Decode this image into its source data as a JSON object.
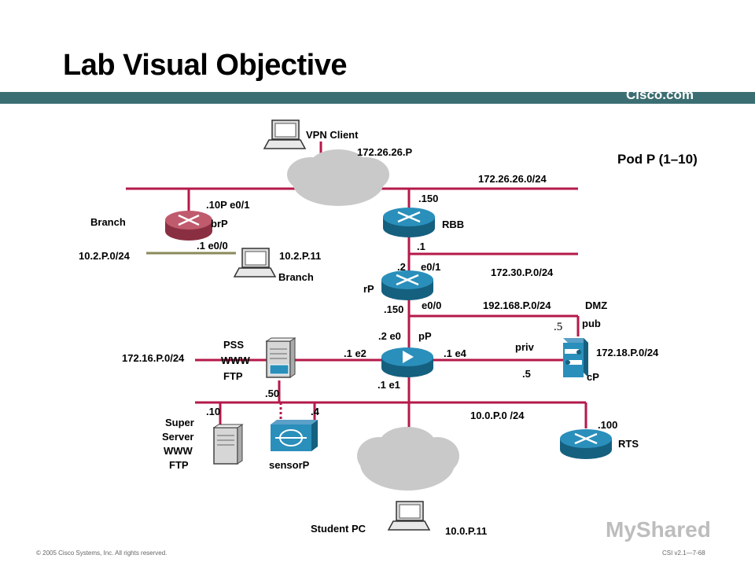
{
  "title": "Lab Visual Objective",
  "brand": "Cisco.com",
  "footer": {
    "copyright": "© 2005 Cisco Systems, Inc. All rights reserved.",
    "course": "CSI v2.1—7-68"
  },
  "watermark": "MyShared",
  "pod": "Pod P (1–10)",
  "colors": {
    "band": "#3b6e72",
    "link": "#b5194a",
    "link_olive": "#8a8a5a",
    "router": "#1f7ea6",
    "router_branch": "#b14a5c",
    "cloud": "#c8c8c8"
  },
  "devices": {
    "vpn_client": "VPN Client",
    "branch_router": "Branch",
    "branch_router_name": "brP",
    "branch_pc": "Branch",
    "rbb": "RBB",
    "rp": "rP",
    "pp": "pP",
    "pss": [
      "PSS",
      "WWW",
      "FTP"
    ],
    "super_server": [
      "Super",
      "Server",
      "WWW",
      "FTP"
    ],
    "sensor": "sensorP",
    "rts": "RTS",
    "student_pc": "Student PC",
    "dmz": "DMZ",
    "cp": "cP"
  },
  "labels": {
    "vpn_ip": "172.26.26.P",
    "net_172_26": "172.26.26.0/24",
    "br_e01": ".10P e0/1",
    "br_e00": ".1 e0/0",
    "net_10_2": "10.2.P.0/24",
    "branch_pc_ip": "10.2.P.11",
    "rbb_150": ".150",
    "rbb_1": ".1",
    "rp_2": ".2",
    "rp_e01": "e0/1",
    "net_172_30": "172.30.P.0/24",
    "rp_150": ".150",
    "rp_e00": "e0/0",
    "net_192": "192.168.P.0/24",
    "pp_e0": ".2 e0",
    "pp_e2": ".1 e2",
    "pp_e4": ".1 e4",
    "pp_e1": ".1 e1",
    "pub": "pub",
    "pub_5": ".5",
    "priv": "priv",
    "priv_5": ".5",
    "net_172_18": "172.18.P.0/24",
    "net_172_16": "172.16.P.0/24",
    "pss_50": ".50",
    "super_10": ".10",
    "sensor_4": ".4",
    "net_10_0": "10.0.P.0 /24",
    "rts_100": ".100",
    "student_ip": "10.0.P.11"
  }
}
